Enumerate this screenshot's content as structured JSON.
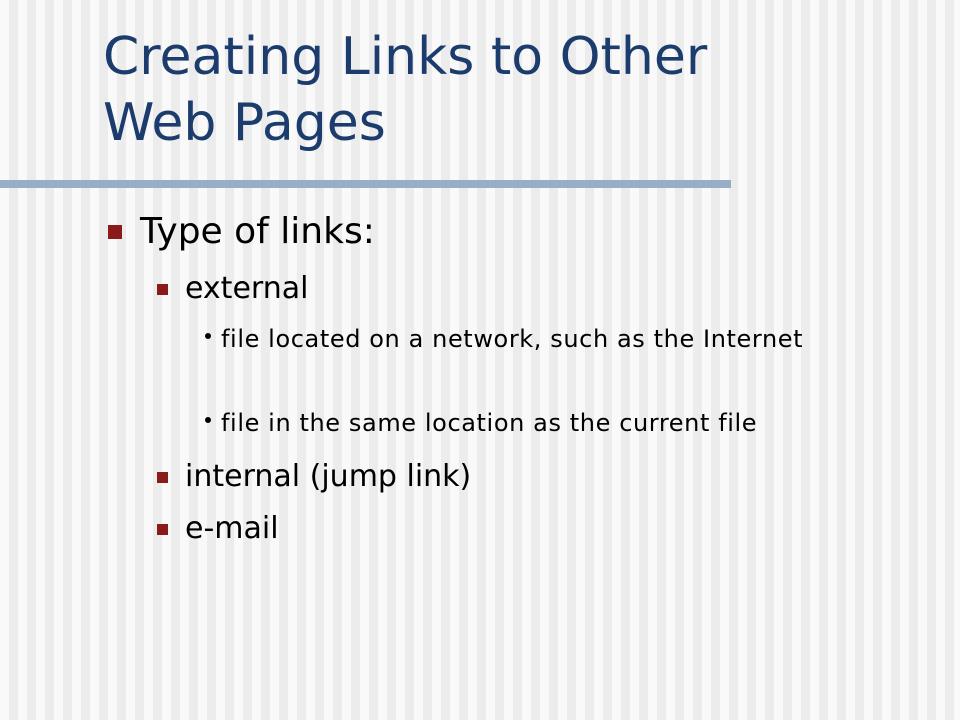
{
  "slide": {
    "title": "Creating Links to Other Web Pages",
    "colors": {
      "title": "#1c3c6e",
      "rule": "#98aec6",
      "bullet": "#8b1a1a",
      "background_stripe_light": "#f9f9f9",
      "background_stripe_dark": "#ececec"
    },
    "bullets": {
      "heading": "Type of links:",
      "external": {
        "label": "external",
        "details": [
          "file located on a network, such as the Internet",
          "file in the same location as the current file"
        ]
      },
      "internal": "internal (jump link)",
      "email": "e-mail"
    }
  }
}
